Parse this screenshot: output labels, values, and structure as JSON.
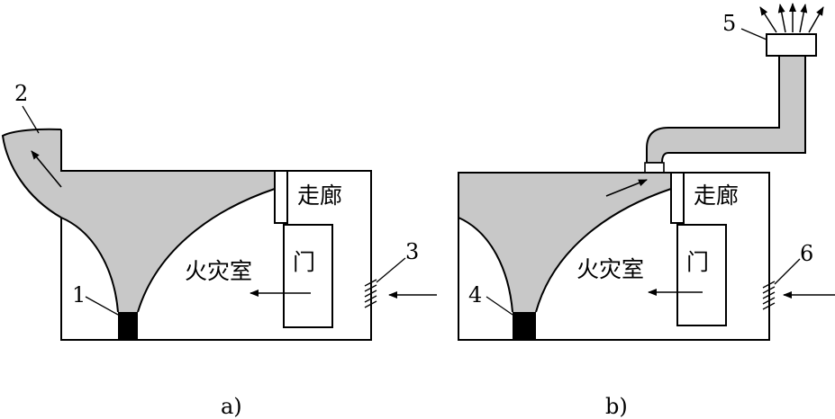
{
  "diagram": {
    "panel_a": {
      "caption": "a)",
      "room_label": "火灾室",
      "corridor_label": "走廊",
      "door_label": "门",
      "callouts": [
        "1",
        "2",
        "3"
      ]
    },
    "panel_b": {
      "caption": "b)",
      "room_label": "火灾室",
      "corridor_label": "走廊",
      "door_label": "门",
      "callouts": [
        "4",
        "5",
        "6"
      ]
    }
  },
  "colors": {
    "smoke_fill": "#c8c8c8",
    "fire_source": "#000000",
    "line": "#000000"
  }
}
